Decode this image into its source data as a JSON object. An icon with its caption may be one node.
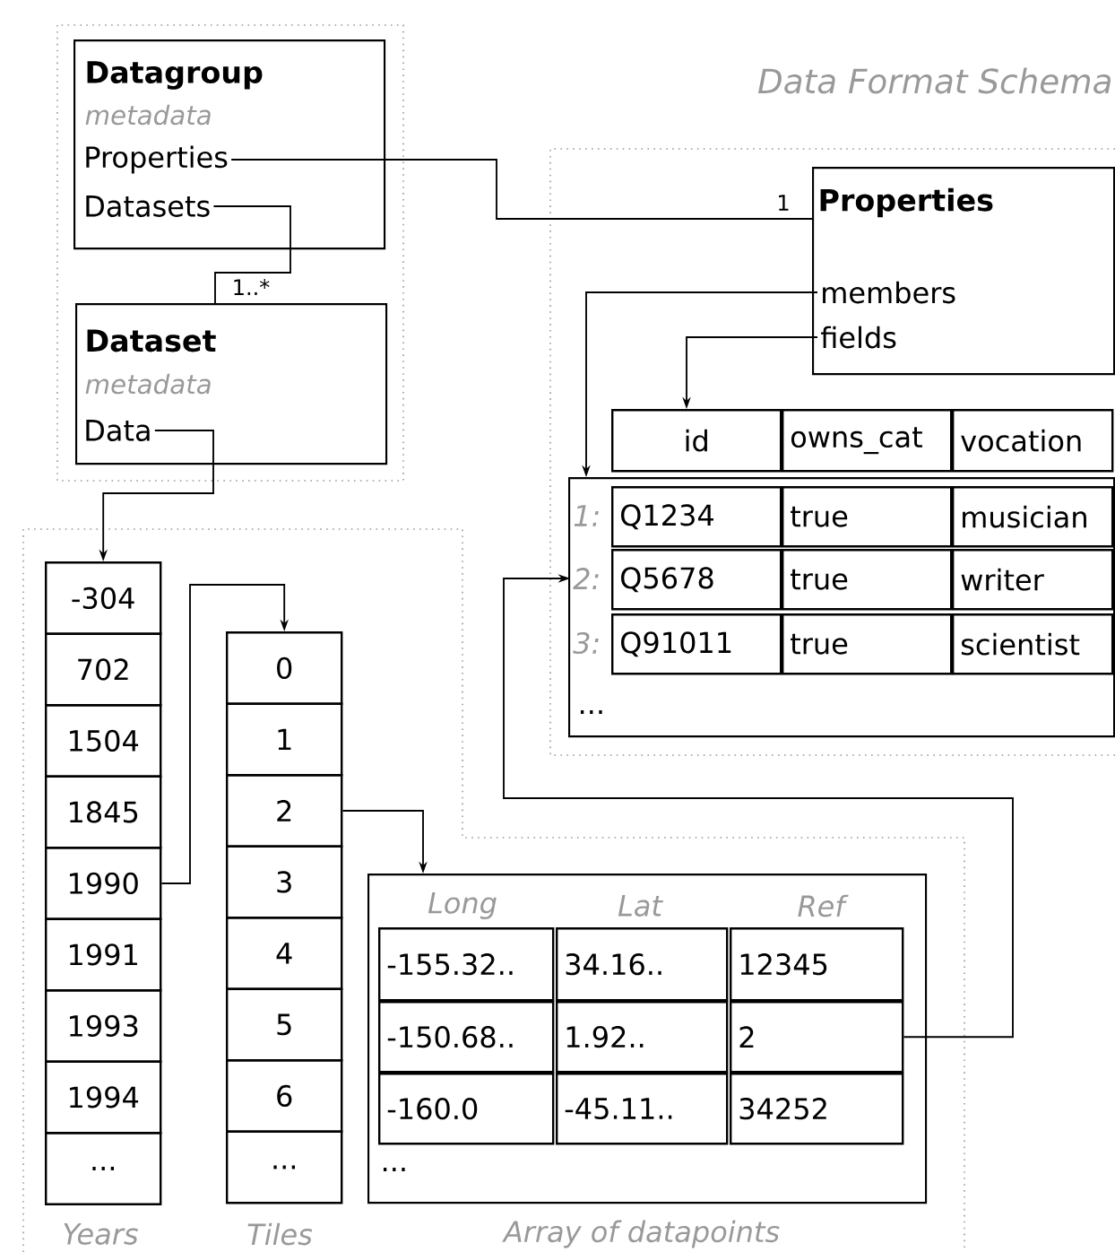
{
  "diagram": {
    "title": "Data Format Schema",
    "nodes": [
      {
        "text": [
          "Datagroup",
          "metadata"
        ]
      },
      {
        "text": [
          "Properties"
        ],
        "in": 0
      },
      {
        "text": [
          "Datasets"
        ],
        "in": 0
      },
      {
        "text": [
          "Properties"
        ]
      },
      {
        "text": [
          "members"
        ],
        "in": 3
      },
      {
        "text": [
          "fields"
        ],
        "in": 3
      },
      {
        "text": [
          "Dataset",
          "metadata"
        ]
      },
      {
        "text": [
          "Data"
        ],
        "in": 6
      },
      {
        "text": [
          "id"
        ]
      },
      {
        "text": [
          "owns_cat"
        ]
      },
      {
        "text": [
          "vocation"
        ]
      },
      {
        "text": [
          "..."
        ]
      },
      {
        "text": [
          "1:"
        ],
        "in": 11
      },
      {
        "text": [
          "Q1234"
        ],
        "in": 11
      },
      {
        "text": [
          "true"
        ],
        "in": 11
      },
      {
        "text": [
          "musician"
        ],
        "in": 11
      },
      {
        "text": [
          "2:"
        ],
        "in": 11
      },
      {
        "text": [
          "Q5678"
        ],
        "in": 11
      },
      {
        "text": [
          "true"
        ],
        "in": 11
      },
      {
        "text": [
          "writer"
        ],
        "in": 11
      },
      {
        "text": [
          "3:"
        ],
        "in": 11
      },
      {
        "text": [
          "Q91011"
        ],
        "in": 11
      },
      {
        "text": [
          "true"
        ],
        "in": 11
      },
      {
        "text": [
          "scientist"
        ],
        "in": 11
      },
      {
        "text": [
          "-304"
        ]
      },
      {
        "text": [
          "702"
        ]
      },
      {
        "text": [
          "1504"
        ]
      },
      {
        "text": [
          "1845"
        ]
      },
      {
        "text": [
          "1990"
        ]
      },
      {
        "text": [
          "1991"
        ]
      },
      {
        "text": [
          "1993"
        ]
      },
      {
        "text": [
          "1994"
        ]
      },
      {
        "text": [
          "..."
        ]
      },
      {
        "text": [
          "0"
        ]
      },
      {
        "text": [
          "1"
        ]
      },
      {
        "text": [
          "2"
        ]
      },
      {
        "text": [
          "3"
        ]
      },
      {
        "text": [
          "4"
        ]
      },
      {
        "text": [
          "5"
        ]
      },
      {
        "text": [
          "6"
        ]
      },
      {
        "text": [
          "..."
        ]
      },
      {
        "text": [
          "Long",
          "Lat",
          "Ref",
          "..."
        ]
      },
      {
        "text": [
          "-155.32.."
        ],
        "in": 41
      },
      {
        "text": [
          "34.16.."
        ],
        "in": 41
      },
      {
        "text": [
          "12345"
        ],
        "in": 41
      },
      {
        "text": [
          "-150.68.."
        ],
        "in": 41
      },
      {
        "text": [
          "1.92.."
        ],
        "in": 41
      },
      {
        "text": [
          "2"
        ],
        "in": 41
      },
      {
        "text": [
          "-160.0"
        ],
        "in": 41
      },
      {
        "text": [
          "-45.11.."
        ],
        "in": 41
      },
      {
        "text": [
          "34252"
        ],
        "in": 41
      }
    ],
    "edges": [
      {
        "from": 1,
        "to": 3,
        "arrow": "none",
        "label": "1"
      },
      {
        "from": 2,
        "to": 6,
        "arrow": "none",
        "label": "1..*"
      },
      {
        "from": 7,
        "to": 24,
        "arrow": "to"
      },
      {
        "from": 4,
        "to": 11,
        "arrow": "to"
      },
      {
        "from": 5,
        "to": 8,
        "arrow": "to"
      },
      {
        "from": 28,
        "to": 33,
        "arrow": "to"
      },
      {
        "from": 35,
        "to": 41,
        "arrow": "to"
      },
      {
        "from": 47,
        "to": 16,
        "arrow": "to"
      }
    ],
    "labels": [
      "Years",
      "Tiles",
      "Array of datapoints"
    ]
  }
}
